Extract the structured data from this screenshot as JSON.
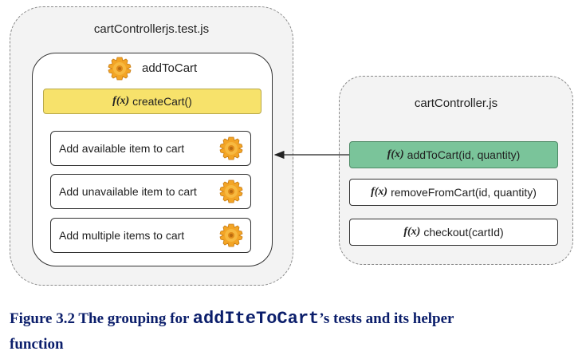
{
  "test_file": {
    "title": "cartControllerjs.test.js",
    "describe": {
      "title": "addToCart",
      "helper": {
        "fx": "f(x)",
        "label": "createCart()"
      },
      "tests": [
        "Add available item to cart",
        "Add unavailable item to cart",
        "Add multiple items to cart"
      ]
    }
  },
  "source_file": {
    "title": "cartController.js",
    "functions": [
      {
        "fx": "f(x)",
        "label": "addToCart(id, quantity)"
      },
      {
        "fx": "f(x)",
        "label": "removeFromCart(id, quantity)"
      },
      {
        "fx": "f(x)",
        "label": "checkout(cartId)"
      }
    ]
  },
  "caption": {
    "prefix": "Figure 3.2 The grouping for ",
    "code": "addIteToCart",
    "suffix_line1": "’s tests and its helper",
    "line2": "function"
  },
  "colors": {
    "yellow": "#f7e26b",
    "green": "#7ac49a",
    "caption": "#0b1e6b",
    "gear": "#f0a020"
  },
  "icons": [
    "gear-icon",
    "arrow-icon"
  ]
}
